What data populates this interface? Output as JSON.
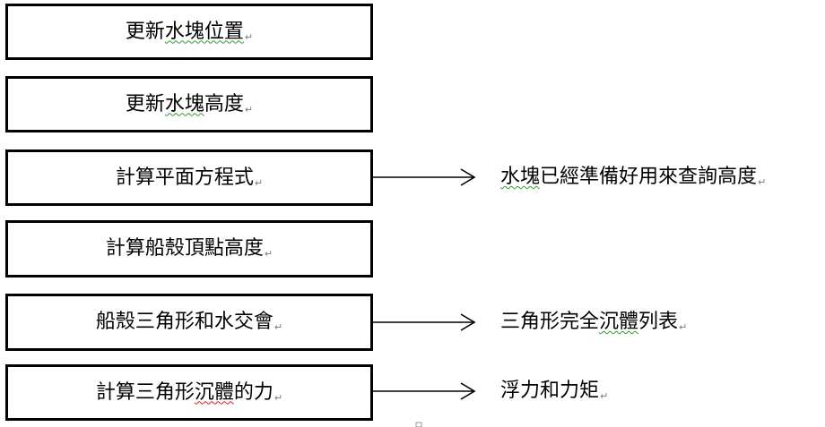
{
  "steps": [
    {
      "label_a": "更新",
      "label_b": "水塊位置",
      "label_c": ""
    },
    {
      "label_a": "更新",
      "label_b": "水塊",
      "label_c": "高度"
    },
    {
      "label_a": "計算平面方程式",
      "label_b": "",
      "label_c": ""
    },
    {
      "label_a": "計算船殼頂點高度",
      "label_b": "",
      "label_c": ""
    },
    {
      "label_a": "船殼三角形和水交會",
      "label_b": "",
      "label_c": ""
    },
    {
      "label_a": "計算三角形",
      "label_b": "沉體",
      "label_c": "的力"
    }
  ],
  "results": [
    {
      "label_a": "水塊",
      "label_b": "已經準備好用來查詢高度"
    },
    {
      "label_a": "三角形完全",
      "label_b": "沉體",
      "label_c": "列表"
    },
    {
      "label_a": "浮力和力矩",
      "label_b": ""
    }
  ],
  "paragraph_mark": "↵",
  "colors": {
    "stroke": "#000000",
    "grammar_squiggle": "#2e9e2e",
    "spelling_squiggle": "#d42020"
  }
}
